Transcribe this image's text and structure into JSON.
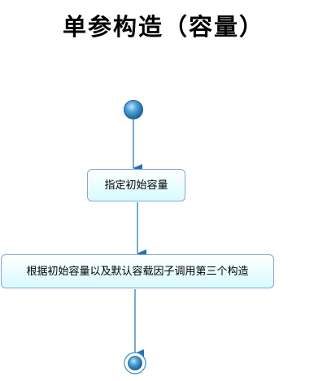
{
  "title": "单参构造（容量）",
  "nodes": [
    {
      "label": "指定初始容量"
    },
    {
      "label": "根据初始容量以及默认容载因子调用第三个构造"
    }
  ],
  "colors": {
    "arrow": "#1f73b7",
    "node_border": "#8aa3d6",
    "node_fill_top": "#ffffff",
    "node_fill_bottom": "#d6fbff",
    "start_node_fill": "#3a8ec2"
  }
}
